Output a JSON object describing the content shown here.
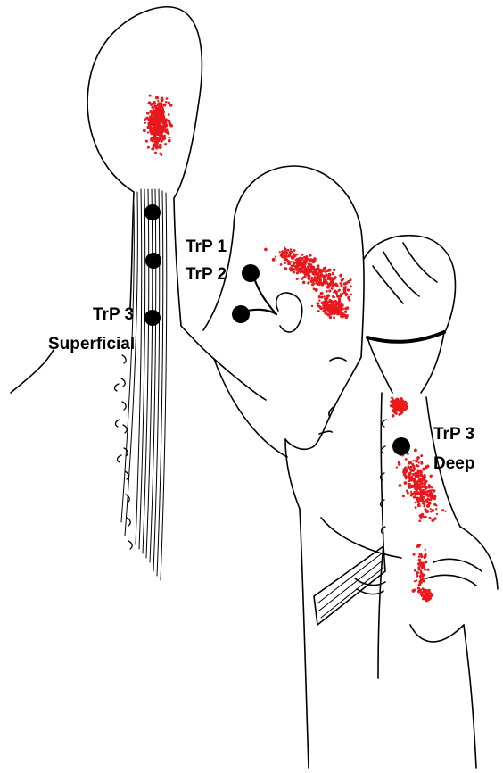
{
  "diagram": {
    "labels": {
      "trp1": "TrP 1",
      "trp2": "TrP 2",
      "trp3_superficial_a": "TrP 3",
      "trp3_superficial_b": "Superficial",
      "trp3_deep_a": "TrP 3",
      "trp3_deep_b": "Deep"
    },
    "colors": {
      "outline": "#000000",
      "referred_pain": "#e8181c",
      "trigger_point": "#000000",
      "background": "#ffffff"
    }
  }
}
